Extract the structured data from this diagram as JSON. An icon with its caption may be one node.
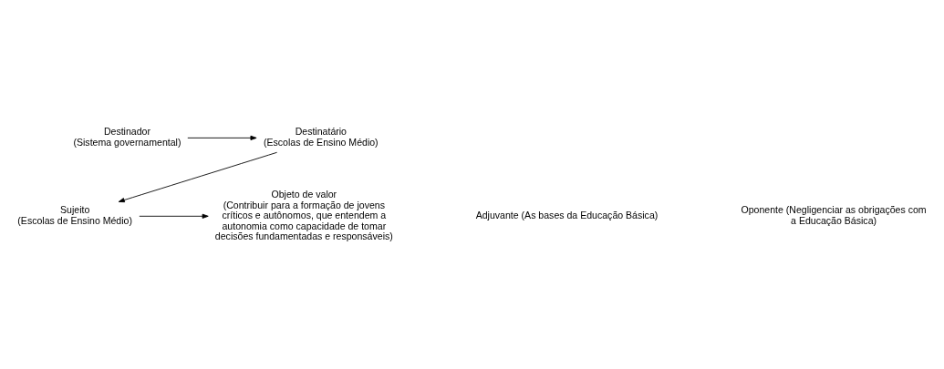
{
  "diagram": {
    "nodes": [
      {
        "text": [
          "Destinatário",
          "(Escolas de Ensino Médio)"
        ]
      },
      {
        "text": [
          "Destinador",
          "(Sistema governamental)"
        ]
      },
      {
        "text": [
          "Sujeito",
          "(Escolas de Ensino Médio)"
        ]
      },
      {
        "text": [
          "Objeto de valor",
          "(Contribuir para a formação de jovens críticos e autônomos, que entendem a autonomia como capacidade de tomar decisões fundamentadas e responsáveis)"
        ]
      }
    ],
    "edges": [
      {
        "from": 1,
        "to": 0,
        "arrow": "to"
      },
      {
        "from": 0,
        "to": 2,
        "arrow": "to"
      },
      {
        "from": 2,
        "to": 3,
        "arrow": "to"
      }
    ],
    "labels": [
      "Adjuvante (As bases da Educação Básica)",
      "Oponente (Negligenciar as obrigações com a Educação Básica)"
    ]
  }
}
